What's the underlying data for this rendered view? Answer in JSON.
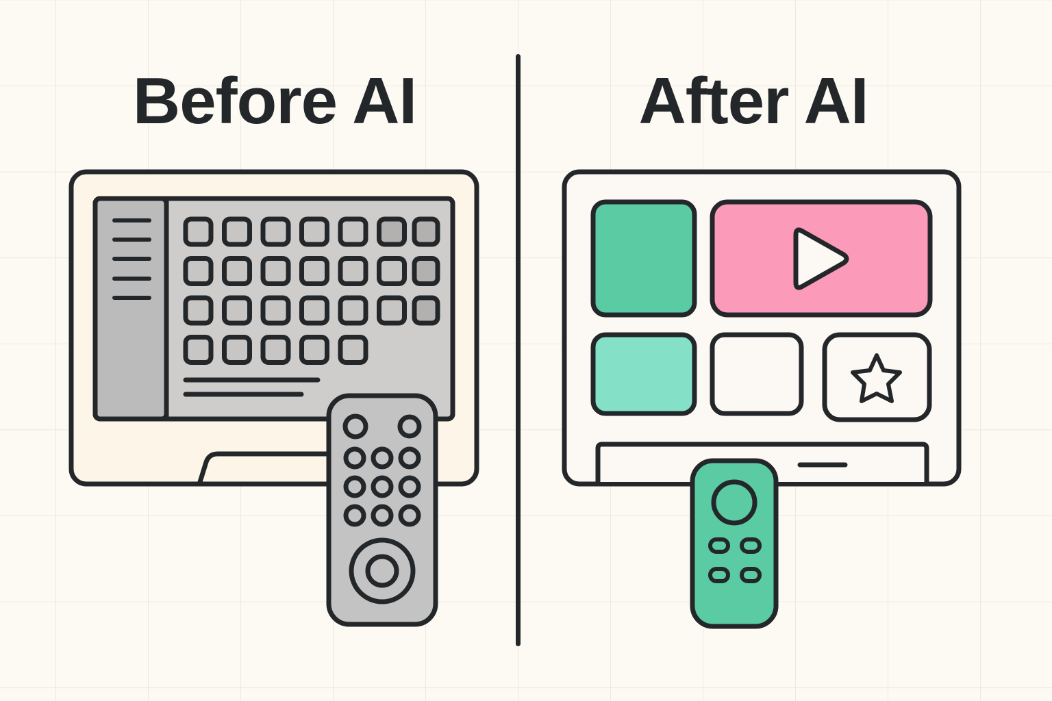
{
  "titles": {
    "before": "Before AI",
    "after": "After AI"
  },
  "colors": {
    "background": "#fdfaf4",
    "grid": "#ede8e0",
    "outline": "#24272a",
    "old_tv_bezel": "#fdf5e8",
    "old_screen": "#cfcdcc",
    "old_sidebar": "#bcbbbb",
    "old_tile": "#c8c6c5",
    "old_tile_dark": "#b3b1b0",
    "old_remote": "#c4c3c3",
    "new_tv_bezel": "#fcf9f4",
    "green": "#5bcba4",
    "mint": "#85e0c8",
    "pink": "#fc9ab9",
    "white_tile": "#fcf9f4"
  },
  "before_panel": {
    "sidebar_lines": 5,
    "tile_rows": [
      7,
      7,
      7,
      5
    ],
    "dark_tiles": [
      "0-5",
      "0-6",
      "1-6",
      "2-6"
    ],
    "text_lines": 2,
    "remote": {
      "top_buttons": 2,
      "number_pad_rows": 3,
      "number_pad_cols": 3,
      "dpad": "circular"
    }
  },
  "after_panel": {
    "tiles": [
      {
        "name": "green-tile",
        "icon": null
      },
      {
        "name": "play-video-tile",
        "icon": "play-icon"
      },
      {
        "name": "mint-tile",
        "icon": null
      },
      {
        "name": "blank-tile",
        "icon": null
      },
      {
        "name": "favorite-tile",
        "icon": "star-icon"
      }
    ],
    "remote": {
      "main_button": "circle",
      "small_buttons": 4
    }
  }
}
